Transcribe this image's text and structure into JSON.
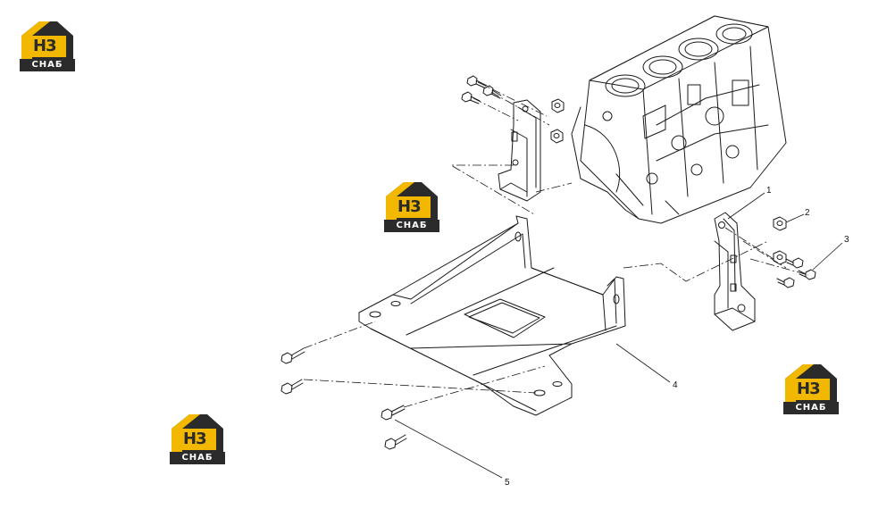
{
  "watermark": {
    "letters": "H3",
    "text": "СНАБ",
    "color_primary": "#f2b800",
    "color_dark": "#2b2b2b",
    "instances": 4
  },
  "callouts": [
    {
      "id": "c1",
      "label": "1"
    },
    {
      "id": "c2",
      "label": "2"
    },
    {
      "id": "c3",
      "label": "3"
    },
    {
      "id": "c4",
      "label": "4"
    },
    {
      "id": "c5",
      "label": "5"
    }
  ],
  "colors": {
    "line": "#1a1a1a",
    "background": "#ffffff"
  }
}
